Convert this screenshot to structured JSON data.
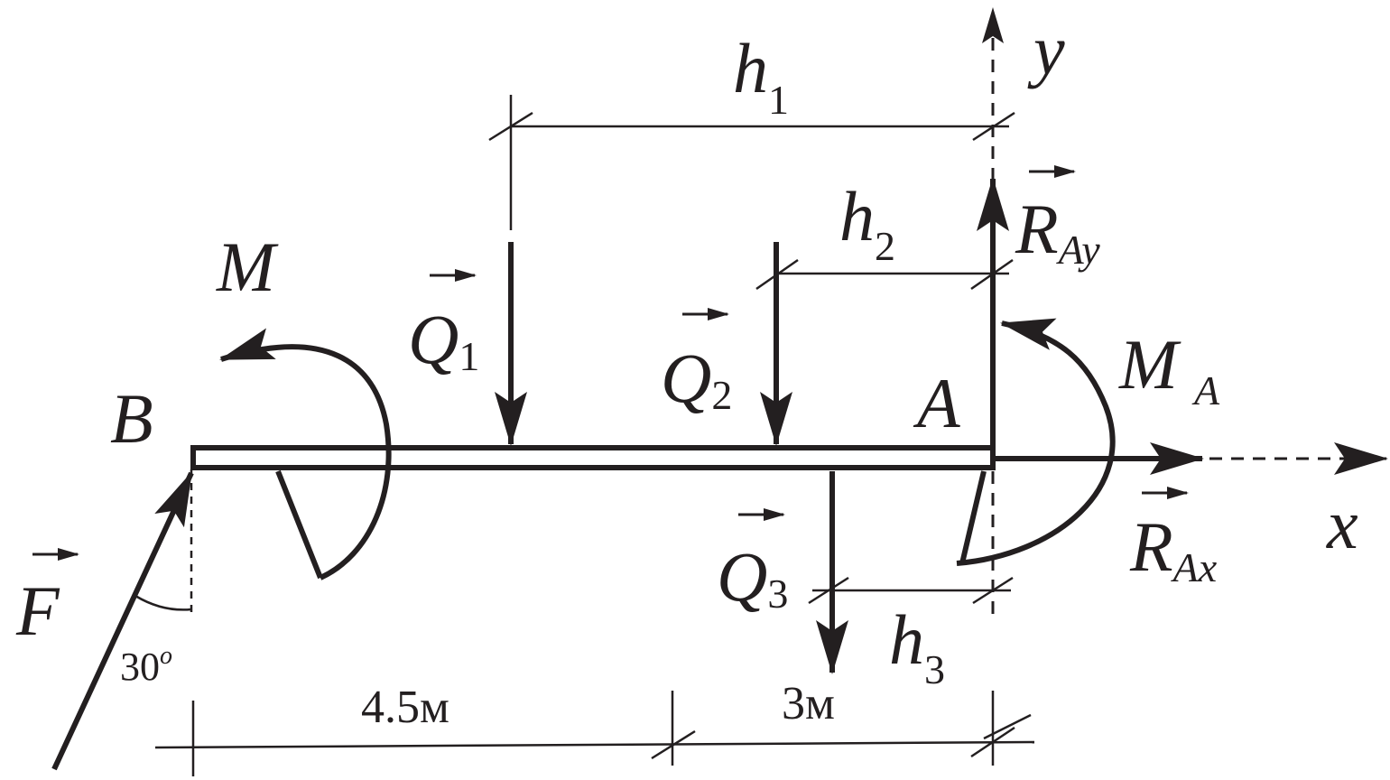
{
  "labels": {
    "y_axis": "y",
    "x_axis": "x",
    "h1": {
      "base": "h",
      "sub": "1"
    },
    "h2": {
      "base": "h",
      "sub": "2"
    },
    "h3": {
      "base": "h",
      "sub": "3"
    },
    "q1": {
      "base": "Q",
      "sub": "1"
    },
    "q2": {
      "base": "Q",
      "sub": "2"
    },
    "q3": {
      "base": "Q",
      "sub": "3"
    },
    "ray": {
      "base": "R",
      "sub": "Ay"
    },
    "rax": {
      "base": "R",
      "sub": "Ax"
    },
    "m": "M",
    "ma": {
      "base": "M",
      "sub": "A"
    },
    "point_a": "A",
    "point_b": "B",
    "force_f": "F",
    "angle": {
      "value": "30",
      "sup": "o"
    },
    "dim_left": "4.5м",
    "dim_right": "3м"
  }
}
